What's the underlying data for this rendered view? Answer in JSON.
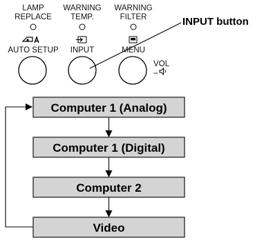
{
  "panel": {
    "indicators": [
      {
        "line1": "LAMP",
        "line2": "REPLACE"
      },
      {
        "line1": "WARNING",
        "line2": "TEMP."
      },
      {
        "line1": "WARNING",
        "line2": "FILTER"
      }
    ],
    "buttons": [
      {
        "icon_name": "auto-setup-icon",
        "label": "AUTO SETUP"
      },
      {
        "icon_name": "input-icon",
        "label": "INPUT"
      },
      {
        "icon_name": "menu-icon",
        "label": "MENU"
      }
    ],
    "volume": {
      "label": "VOL",
      "minus": "–",
      "icon_name": "speaker-icon"
    },
    "callout": "INPUT button"
  },
  "flow": {
    "steps": [
      "Computer 1 (Analog)",
      "Computer 1 (Digital)",
      "Computer 2",
      "Video"
    ],
    "loop_back": true
  },
  "colors": {
    "box_fill": "#d4d4d4",
    "stroke": "#000000"
  }
}
